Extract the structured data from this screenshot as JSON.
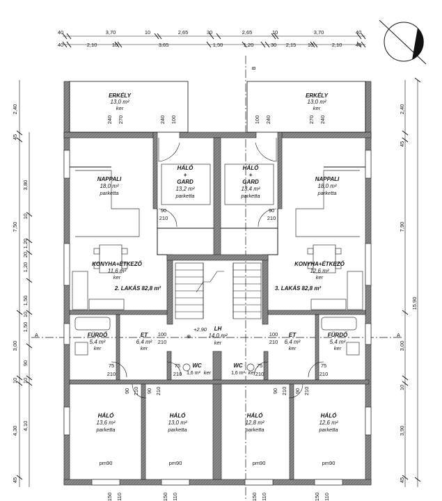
{
  "top_dims": {
    "row1": [
      "40",
      "3,70",
      "10",
      "2,65",
      "30",
      "2,65",
      "10",
      "3,70",
      "40"
    ],
    "row2": [
      "40",
      "2,10",
      "10",
      "3,65",
      "1,50",
      "1,20",
      "30",
      "2,15",
      "10",
      "2,10",
      "40"
    ]
  },
  "left_dims": {
    "outer": [
      "2,40",
      "45",
      "7,50",
      "3,00",
      "10",
      "4,30",
      "45"
    ],
    "inner": [
      "3,80",
      "10",
      "1,20",
      "20",
      "1,20",
      "1,50",
      "10",
      "1,50",
      "90",
      "10",
      "4,10"
    ]
  },
  "right_dims": {
    "outer": [
      "2,40",
      "45",
      "7,90",
      "3,00",
      "10",
      "3,90",
      "45"
    ],
    "total": "15,90"
  },
  "bottom_dims": [
    "150",
    "110",
    "150",
    "110",
    "150",
    "110",
    "150",
    "110"
  ],
  "section_marks": {
    "vertical": "B",
    "horizontal_left": "A",
    "horizontal_right": "A"
  },
  "level_mark": "+2,90",
  "rooms": [
    {
      "name": "ERKÉLY",
      "area": "13,0 m²",
      "floor": "ker"
    },
    {
      "name": "ERKÉLY",
      "area": "13,0 m²",
      "floor": "ker"
    },
    {
      "name": "NAPPALI",
      "area": "18,0 m²",
      "floor": "parketta"
    },
    {
      "name": "NAPPALI",
      "area": "18,0 m²",
      "floor": "parketta"
    },
    {
      "name": "HÁLÓ",
      "name2": "+",
      "name3": "GARD",
      "area": "13,2 m²",
      "floor": "parketta"
    },
    {
      "name": "HÁLÓ",
      "name2": "+",
      "name3": "GARD",
      "area": "13,4 m²",
      "floor": "parketta"
    },
    {
      "name": "KONYHA+ÉTKEZŐ",
      "area": "11,6 m²",
      "floor": "ker"
    },
    {
      "name": "KONYHA+ÉTKEZŐ",
      "area": "12,6 m²",
      "floor": "ker"
    },
    {
      "name": "FÜRDŐ",
      "area": "5,4 m²",
      "floor": "ker"
    },
    {
      "name": "ET",
      "area": "6,4 m²",
      "floor": "ker"
    },
    {
      "name": "LH",
      "area": "14,0 m²",
      "floor": "ker"
    },
    {
      "name": "ET",
      "area": "6,4 m²",
      "floor": "ker"
    },
    {
      "name": "FÜRDŐ",
      "area": "5,4 m²",
      "floor": "ker"
    },
    {
      "name": "WC",
      "area": "1,6 m²",
      "floor": "ker"
    },
    {
      "name": "WC",
      "area": "1,6 m²",
      "floor": "ker"
    },
    {
      "name": "HÁLÓ",
      "area": "13,6 m²",
      "floor": "parketta"
    },
    {
      "name": "HÁLÓ",
      "area": "13,0 m²",
      "floor": "parketta"
    },
    {
      "name": "HÁLÓ",
      "area": "12,8 m²",
      "floor": "parketta"
    },
    {
      "name": "HÁLÓ",
      "area": "12,6 m²",
      "floor": "parketta"
    }
  ],
  "apartments": [
    "2. LAKÁS 82,8 m²",
    "3. LAKÁS 82,8 m²"
  ],
  "door_labels": {
    "balcony": [
      "240",
      "270",
      "240",
      "100",
      "100",
      "240",
      "270",
      "240"
    ],
    "d1": [
      "90",
      "210",
      "90",
      "210"
    ],
    "d2": [
      "100",
      "210",
      "100",
      "210"
    ],
    "d3": [
      "75",
      "210",
      "75",
      "210",
      "75",
      "210",
      "75",
      "210"
    ],
    "d4": [
      "90",
      "210",
      "90",
      "210",
      "90",
      "210",
      "90",
      "210"
    ],
    "window": [
      "pm90",
      "pm90",
      "pm90",
      "pm90"
    ]
  },
  "colors": {
    "wall": "#7a7a7a",
    "line": "#111111"
  }
}
